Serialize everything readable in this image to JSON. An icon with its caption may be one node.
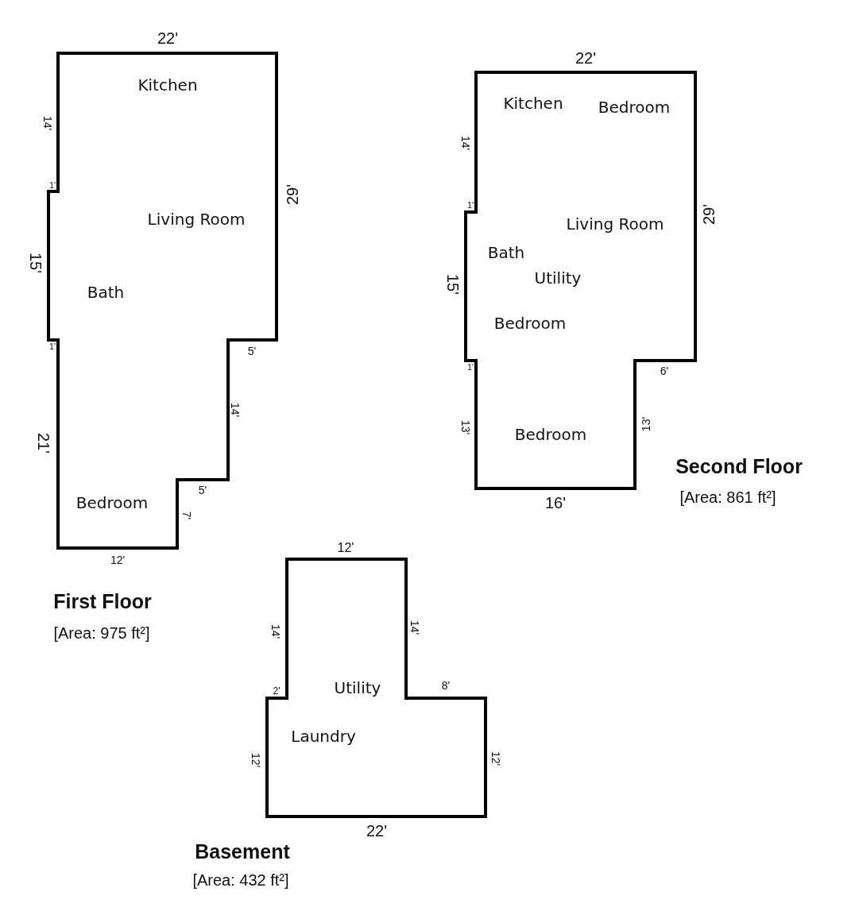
{
  "diagram": {
    "nodes": [
      {
        "text": [
          "First Floor",
          "[Area: 975 ft²]",
          "Kitchen",
          "Living Room",
          "Bath",
          "Bedroom"
        ]
      },
      {
        "text": [
          "Second Floor",
          "[Area: 861 ft²]",
          "Kitchen",
          "Bedroom",
          "Living Room",
          "Bath",
          "Utility",
          "Bedroom",
          "Bedroom"
        ]
      },
      {
        "text": [
          "Basement",
          "[Area: 432 ft²]",
          "Utility",
          "Laundry"
        ]
      }
    ],
    "edges": [],
    "labels": [
      "22'",
      "14'",
      "1'",
      "29'",
      "15'",
      "1'",
      "5'",
      "14'",
      "21'",
      "5'",
      "7'",
      "12'",
      "22'",
      "14'",
      "1'",
      "29'",
      "15'",
      "1'",
      "6'",
      "13'",
      "13'",
      "16'",
      "12'",
      "14'",
      "14'",
      "2'",
      "8'",
      "12'",
      "12'",
      "22'"
    ]
  }
}
